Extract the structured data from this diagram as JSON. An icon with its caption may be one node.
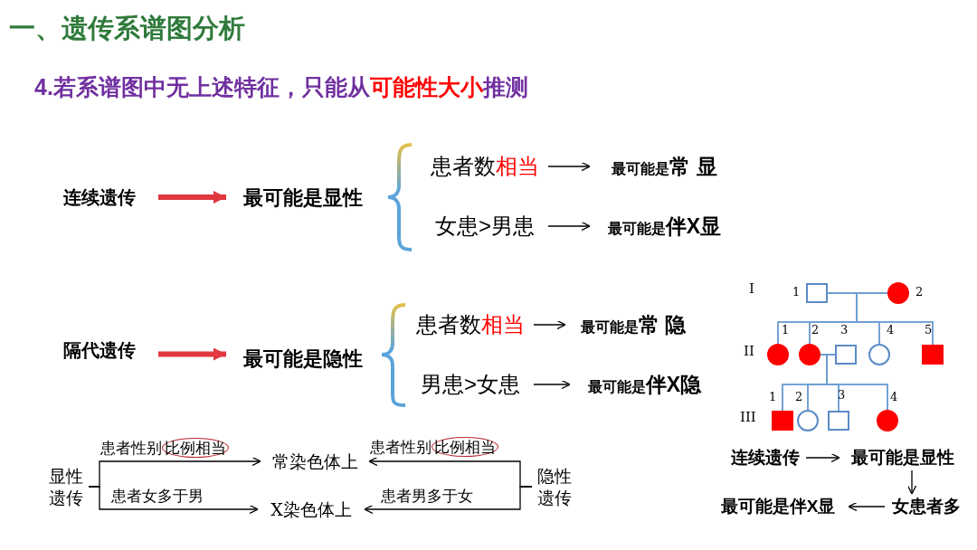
{
  "diagram": {
    "title": "一、遗传系谱图分析",
    "nodes": [
      {
        "text": [
          "连续遗传"
        ]
      },
      {
        "text": [
          "最可能是显性"
        ]
      },
      {
        "text": [
          "患者数**相当**"
        ]
      },
      {
        "text": [
          "最可能是**常 显**"
        ]
      },
      {
        "text": [
          "女患>男患"
        ]
      },
      {
        "text": [
          "最可能是**伴X显**"
        ]
      },
      {
        "text": [
          "隔代遗传"
        ]
      },
      {
        "text": [
          "最可能是隐性"
        ]
      },
      {
        "text": [
          "患者数**相当**"
        ]
      },
      {
        "text": [
          "最可能是**常 隐**"
        ]
      },
      {
        "text": [
          "男患>女患"
        ]
      },
      {
        "text": [
          "最可能是**伴X隐**"
        ]
      },
      {
        "text": [
          "显性遗传"
        ]
      },
      {
        "text": [
          "常染色体上"
        ]
      },
      {
        "text": [
          "X染色体上"
        ]
      },
      {
        "text": [
          "隐性遗传"
        ]
      },
      {
        "text": [],
        "shape": "box",
        "beside": [
          "1"
        ]
      },
      {
        "text": [],
        "shape": "circle",
        "beside": [
          "2"
        ]
      },
      {
        "text": [],
        "shape": "circle",
        "beside": [
          "1"
        ]
      },
      {
        "text": [],
        "shape": "circle",
        "beside": [
          "2"
        ]
      },
      {
        "text": [],
        "shape": "box",
        "beside": [
          "3"
        ]
      },
      {
        "text": [],
        "shape": "circle",
        "beside": [
          "4"
        ]
      },
      {
        "text": [],
        "shape": "box",
        "beside": [
          "5"
        ]
      },
      {
        "text": [],
        "shape": "box",
        "beside": [
          "1"
        ]
      },
      {
        "text": [],
        "shape": "circle",
        "beside": [
          "2"
        ]
      },
      {
        "text": [],
        "shape": "box",
        "beside": [
          "3"
        ]
      },
      {
        "text": [],
        "shape": "circle",
        "beside": [
          "4"
        ]
      },
      {
        "text": [
          "连续遗传"
        ]
      },
      {
        "text": [
          "最可能是显性"
        ]
      },
      {
        "text": [
          "女患者多"
        ]
      },
      {
        "text": [
          "最可能是伴X显"
        ]
      }
    ],
    "edges": [
      {
        "from": 0,
        "to": 1,
        "arrow": "to",
        "style": "thick",
        "color": "#e0383e"
      },
      {
        "from": 2,
        "to": 3,
        "arrow": "to",
        "color": "#000000"
      },
      {
        "from": 4,
        "to": 5,
        "arrow": "to",
        "color": "#000000"
      },
      {
        "from": 6,
        "to": 7,
        "arrow": "to",
        "style": "thick",
        "color": "#e0383e"
      },
      {
        "from": 8,
        "to": 9,
        "arrow": "to",
        "color": "#000000"
      },
      {
        "from": 10,
        "to": 11,
        "arrow": "to",
        "color": "#000000"
      },
      {
        "from": 12,
        "to": 13,
        "arrow": "to",
        "label": "患者性别**比例相当**",
        "color": "#000000"
      },
      {
        "from": 12,
        "to": 14,
        "arrow": "to",
        "label": "患者女多于男",
        "color": "#000000"
      },
      {
        "from": 15,
        "to": 13,
        "arrow": "to",
        "label": "患者性别**比例相当**",
        "color": "#000000"
      },
      {
        "from": 15,
        "to": 14,
        "arrow": "to",
        "label": "患者男多于女",
        "color": "#000000"
      },
      {
        "from": 16,
        "to": 17,
        "arrow": "none"
      },
      {
        "from": 16,
        "to": 18,
        "arrow": "none"
      },
      {
        "from": 16,
        "to": 19,
        "arrow": "none"
      },
      {
        "from": 16,
        "to": 21,
        "arrow": "none"
      },
      {
        "from": 16,
        "to": 22,
        "arrow": "none"
      },
      {
        "from": 17,
        "to": 18,
        "arrow": "none"
      },
      {
        "from": 17,
        "to": 19,
        "arrow": "none"
      },
      {
        "from": 17,
        "to": 21,
        "arrow": "none"
      },
      {
        "from": 17,
        "to": 22,
        "arrow": "none"
      },
      {
        "from": 19,
        "to": 20,
        "arrow": "none"
      },
      {
        "from": 19,
        "to": 23,
        "arrow": "none"
      },
      {
        "from": 19,
        "to": 24,
        "arrow": "none"
      },
      {
        "from": 19,
        "to": 25,
        "arrow": "none"
      },
      {
        "from": 19,
        "to": 26,
        "arrow": "none"
      },
      {
        "from": 20,
        "to": 23,
        "arrow": "none"
      },
      {
        "from": 20,
        "to": 24,
        "arrow": "none"
      },
      {
        "from": 20,
        "to": 25,
        "arrow": "none"
      },
      {
        "from": 20,
        "to": 26,
        "arrow": "none"
      },
      {
        "from": 27,
        "to": 28,
        "arrow": "to",
        "color": "#000000"
      },
      {
        "from": 28,
        "to": 29,
        "arrow": "to",
        "color": "#000000"
      },
      {
        "from": 29,
        "to": 30,
        "arrow": "to",
        "color": "#000000"
      }
    ],
    "labels": [
      "4.若系谱图中无上述特征，只能从**可能性大小**推测",
      "I",
      "II",
      "III"
    ]
  }
}
